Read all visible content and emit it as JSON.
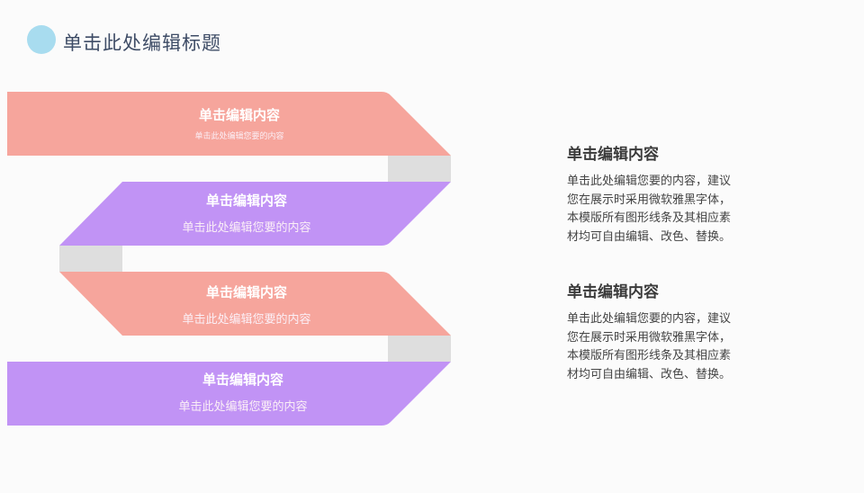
{
  "slide": {
    "title": "单击此处编辑标题"
  },
  "colors": {
    "accent_dot": "#a8dcef",
    "salmon": "#f6a59c",
    "purple": "#c193f5",
    "connector_gray": "#dedede",
    "title_text": "#3e4c66"
  },
  "bands": [
    {
      "heading": "单击编辑内容",
      "sub": "单击此处编辑您要的内容",
      "color": "salmon"
    },
    {
      "heading": "单击编辑内容",
      "sub": "单击此处编辑您要的内容",
      "color": "purple"
    },
    {
      "heading": "单击编辑内容",
      "sub": "单击此处编辑您要的内容",
      "color": "salmon"
    },
    {
      "heading": "单击编辑内容",
      "sub": "单击此处编辑您要的内容",
      "color": "purple"
    }
  ],
  "side": [
    {
      "heading": "单击编辑内容",
      "body": "单击此处编辑您要的内容，建议您在展示时采用微软雅黑字体，本模版所有图形线条及其相应素材均可自由编辑、改色、替换。"
    },
    {
      "heading": "单击编辑内容",
      "body": "单击此处编辑您要的内容，建议您在展示时采用微软雅黑字体，本模版所有图形线条及其相应素材均可自由编辑、改色、替换。"
    }
  ]
}
